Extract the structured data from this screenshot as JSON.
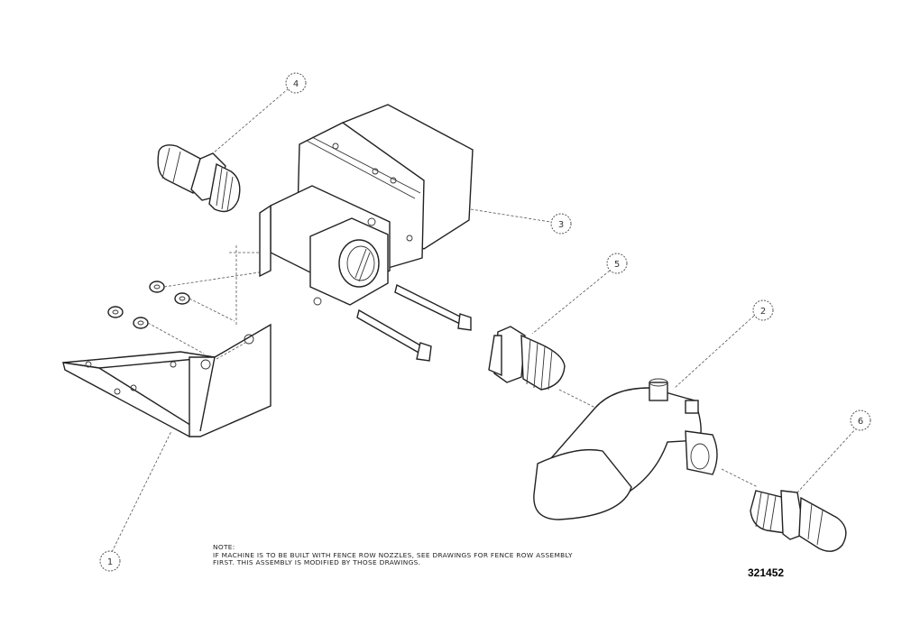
{
  "balloons": [
    {
      "id": "b4",
      "label": "4"
    },
    {
      "id": "b3",
      "label": "3"
    },
    {
      "id": "b5",
      "label": "5"
    },
    {
      "id": "b2",
      "label": "2"
    },
    {
      "id": "b6",
      "label": "6"
    },
    {
      "id": "b1",
      "label": "1"
    }
  ],
  "note": {
    "heading": "NOTE:",
    "line1": "IF MACHINE IS TO BE BUILT WITH FENCE ROW NOZZLES, SEE DRAWINGS FOR FENCE ROW ASSEMBLY",
    "line2": "FIRST.  THIS ASSEMBLY IS MODIFIED BY THOSE DRAWINGS."
  },
  "drawing_number": "321452"
}
